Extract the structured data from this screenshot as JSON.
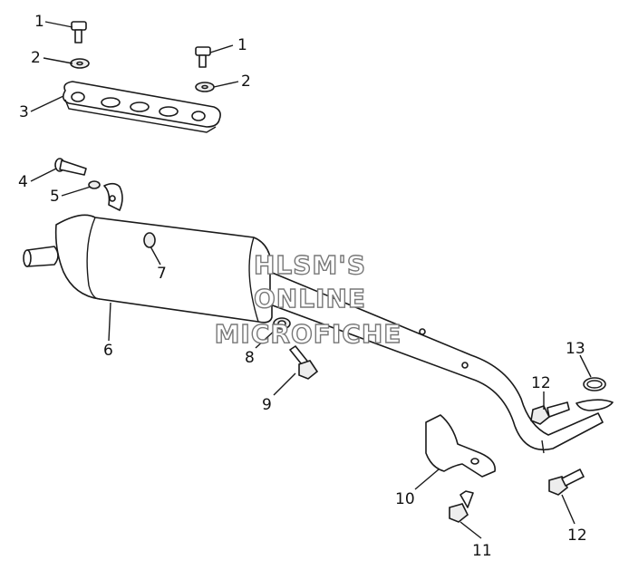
{
  "diagram": {
    "callouts": [
      {
        "id": "c1a",
        "label": "1"
      },
      {
        "id": "c1b",
        "label": "1"
      },
      {
        "id": "c2a",
        "label": "2"
      },
      {
        "id": "c2b",
        "label": "2"
      },
      {
        "id": "c3",
        "label": "3"
      },
      {
        "id": "c4",
        "label": "4"
      },
      {
        "id": "c5",
        "label": "5"
      },
      {
        "id": "c6",
        "label": "6"
      },
      {
        "id": "c7",
        "label": "7"
      },
      {
        "id": "c8",
        "label": "8"
      },
      {
        "id": "c9",
        "label": "9"
      },
      {
        "id": "c10",
        "label": "10"
      },
      {
        "id": "c11",
        "label": "11"
      },
      {
        "id": "c12a",
        "label": "12"
      },
      {
        "id": "c12b",
        "label": "12"
      },
      {
        "id": "c13",
        "label": "13"
      }
    ],
    "watermark": {
      "line1": "HLSM'S",
      "line2": "ONLINE",
      "line3": "MICROFICHE"
    }
  }
}
